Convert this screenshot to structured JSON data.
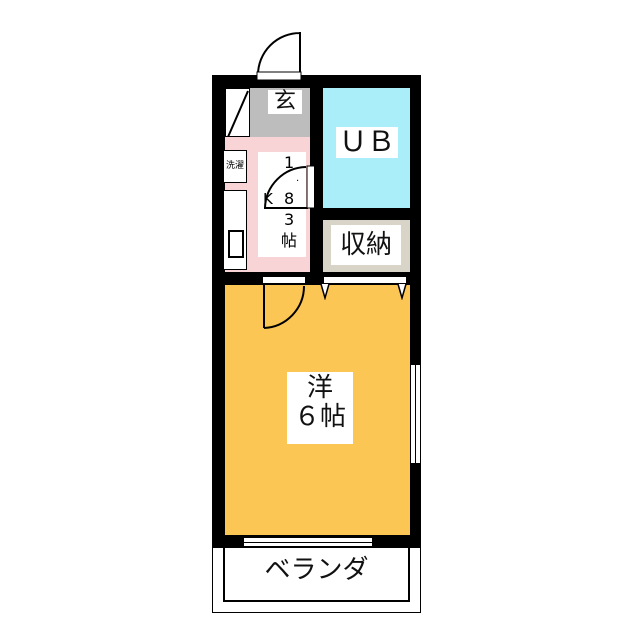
{
  "rooms": {
    "entrance": {
      "label": "玄",
      "color": "#bdbdbd"
    },
    "bath": {
      "label": "ＵＢ",
      "color": "#aaeefa"
    },
    "kitchen": {
      "parts": [
        "1",
        ".",
        "K",
        "8",
        "3",
        "帖"
      ],
      "color": "#f9d4d6"
    },
    "storage": {
      "label": "収納",
      "color": "#d8d5c8"
    },
    "western": {
      "line1": "洋",
      "line2": "６帖",
      "color": "#fcc654"
    },
    "balcony": {
      "label": "ベランダ"
    },
    "laundry": {
      "label": "洗濯"
    }
  },
  "wall_color": "#000000"
}
